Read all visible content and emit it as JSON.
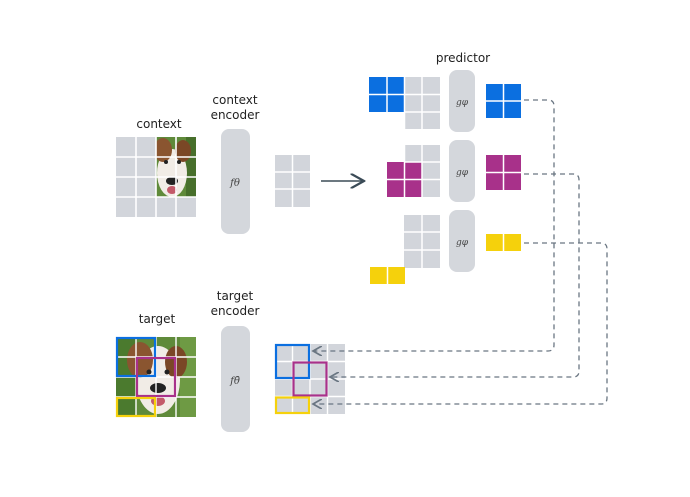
{
  "labels": {
    "context": "context",
    "context_encoder_1": "context",
    "context_encoder_2": "encoder",
    "predictor": "predictor",
    "target": "target",
    "target_encoder_1": "target",
    "target_encoder_2": "encoder"
  },
  "symbols": {
    "context_encoder_fn": "fθ",
    "target_encoder_fn": "fθ̄",
    "predictor_fn": "gφ"
  },
  "colors": {
    "grid_fill": "#d2d5db",
    "grid_line": "#ffffff",
    "encoder_fill": "#d4d7dc",
    "arrow": "#3b4b57",
    "dashed": "#6a7682",
    "blue": "#0b6fe0",
    "magenta": "#a8318a",
    "yellow": "#f5d10c",
    "photo_grass": "#5f8a3a",
    "photo_dog_white": "#f1ece6",
    "photo_dog_brown": "#8a5530"
  }
}
